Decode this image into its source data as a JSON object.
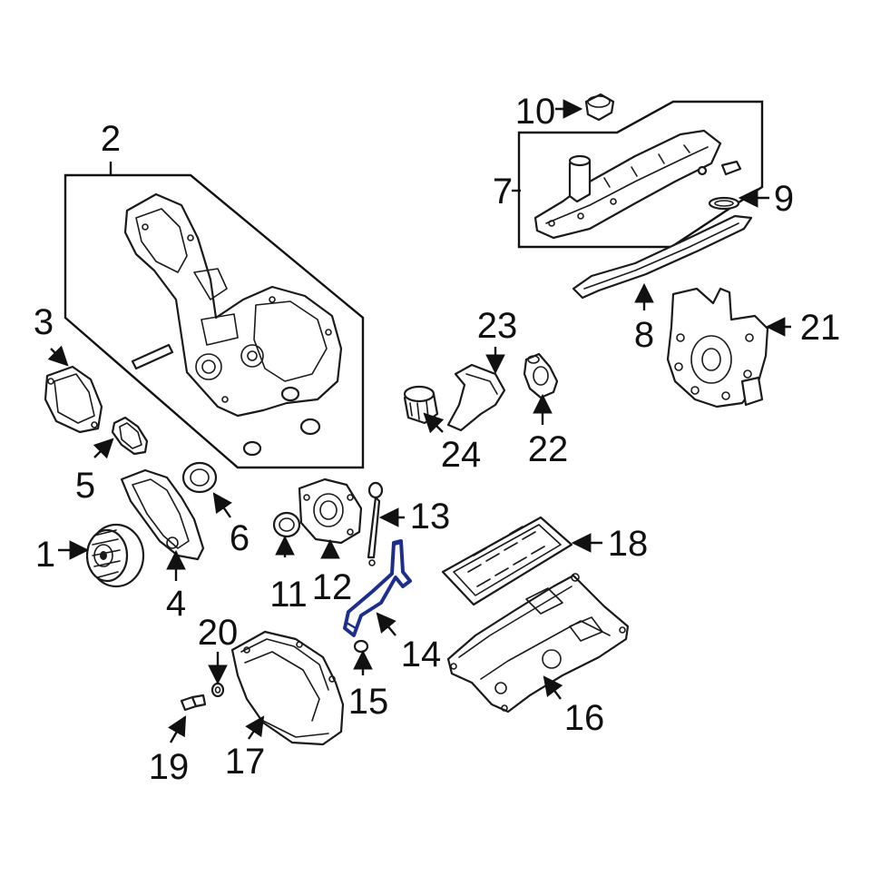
{
  "diagram": {
    "colors": {
      "line": "#1a1a1a",
      "highlight": "#1d2f8c",
      "background": "#ffffff"
    },
    "callouts": {
      "c1": "1",
      "c2": "2",
      "c3": "3",
      "c4": "4",
      "c5": "5",
      "c6": "6",
      "c7": "7",
      "c8": "8",
      "c9": "9",
      "c10": "10",
      "c11": "11",
      "c12": "12",
      "c13": "13",
      "c14": "14",
      "c15": "15",
      "c16": "16",
      "c17": "17",
      "c18": "18",
      "c19": "19",
      "c20": "20",
      "c21": "21",
      "c22": "22",
      "c23": "23",
      "c24": "24"
    }
  }
}
